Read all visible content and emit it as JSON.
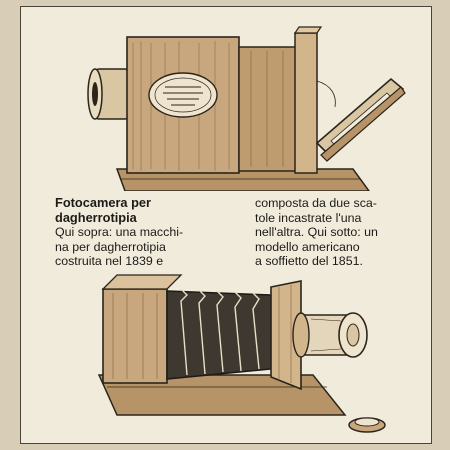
{
  "caption": {
    "title_lines": [
      "Fotocamera per",
      "dagherrotipia"
    ],
    "left_lines": [
      "Qui sopra: una macchi-",
      "na per dagherrotipia",
      "costruita nel 1839 e"
    ],
    "right_lines": [
      "composta da due sca-",
      "tole incastrate l'una",
      "nell'altra. Qui sotto: un",
      "modello americano",
      "a soffietto del 1851."
    ]
  },
  "colors": {
    "paper": "#f1ebdc",
    "background": "#d8cdb6",
    "wood": "#c9a77e",
    "ink": "#1d1b18"
  },
  "illustrations": {
    "top_camera": "sliding-box-daguerreotype-camera",
    "bottom_camera": "bellows-daguerreotype-camera"
  }
}
